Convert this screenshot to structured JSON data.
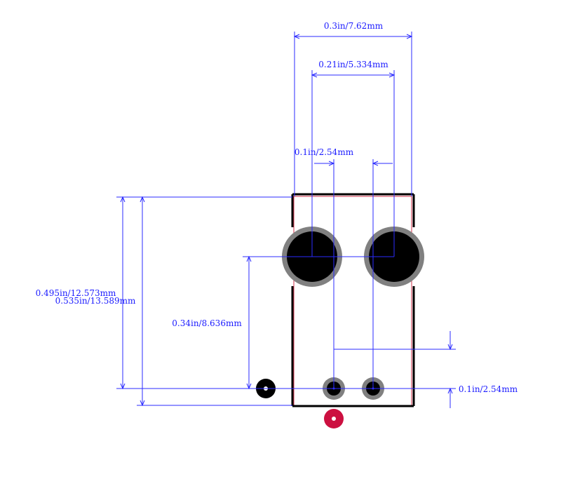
{
  "dimensions": {
    "top_width": "0.3in/7.62mm",
    "pad_spacing_large": "0.21in/5.334mm",
    "pad_spacing_small": "0.1in/2.54mm",
    "height_outer": "0.535in/13.589mm",
    "height_inner": "0.495in/12.573mm",
    "height_pad_offset": "0.34in/8.636mm",
    "right_offset": "0.1in/2.54mm"
  },
  "colors": {
    "dimension": "#2b2bff",
    "outline": "#000000",
    "courtyard": "#d0324a",
    "pad_ring": "#808080",
    "pad_fill": "#000000",
    "pin1_marker": "#cc1040"
  },
  "icons": {
    "pin1_marker": "pin1-marker-icon",
    "mounting_hole": "mounting-hole-icon",
    "through_hole_pad": "through-hole-pad-icon"
  }
}
